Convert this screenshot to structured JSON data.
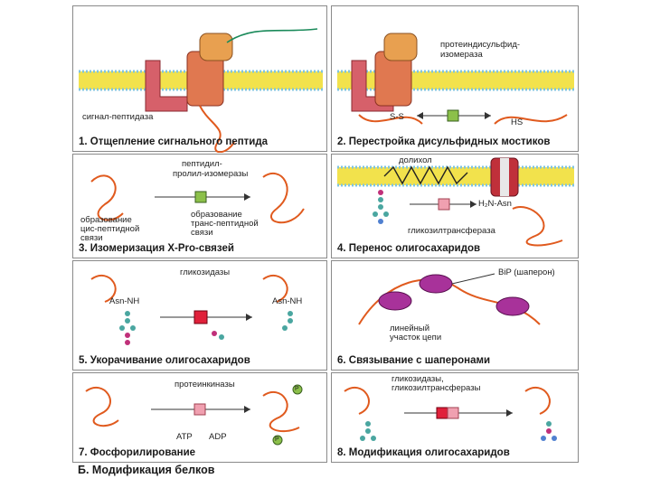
{
  "panels": [
    {
      "caption": "1. Отщепление сигнального пептида",
      "labels": {
        "enzyme": "сигнал-пептидаза"
      }
    },
    {
      "caption": "2. Перестройка дисульфидных мостиков",
      "labels": {
        "enzyme_l1": "протеиндисульфид-",
        "enzyme_l2": "изомераза",
        "ss": "S-S",
        "hs": "HS"
      }
    },
    {
      "caption": "3. Изомеризация X-Pro-связей",
      "labels": {
        "enzyme_l1": "пептидил-",
        "enzyme_l2": "пролил-изомеразы",
        "left_l1": "образование",
        "left_l2": "цис-пептидной",
        "left_l3": "связи",
        "right_l1": "образование",
        "right_l2": "транс-пептидной",
        "right_l3": "связи"
      }
    },
    {
      "caption": "4. Перенос олигосахаридов",
      "labels": {
        "lipid": "долихол",
        "asn": "H₂N-Asn",
        "enzyme": "гликозилтрансфераза"
      }
    },
    {
      "caption": "5. Укорачивание олигосахаридов",
      "labels": {
        "enzyme": "гликозидазы",
        "asn_left": "Asn-NH",
        "asn_right": "Asn-NH"
      }
    },
    {
      "caption": "6. Связывание с шаперонами",
      "labels": {
        "chaperone": "BiP (шаперон)",
        "linear_l1": "линейный",
        "linear_l2": "участок цепи"
      }
    },
    {
      "caption": "7. Фосфорилирование",
      "labels": {
        "enzyme": "протеинкиназы",
        "atp": "ATP",
        "adp": "ADP",
        "p1": "P",
        "p2": "P"
      }
    },
    {
      "caption": "8. Модификация олигосахаридов",
      "labels": {
        "enzyme_l1": "гликозидазы,",
        "enzyme_l2": "гликозилтрансферазы"
      }
    }
  ],
  "footer": "Б. Модификация белков",
  "colors": {
    "chain": "#e05a1e",
    "membrane": "#f2e24c",
    "head": "#7fc3e0",
    "box_green": "#8cc04a",
    "box_pink": "#f0a0b0",
    "box_red": "#e0203a",
    "chaperone": "#a8329a",
    "sugar_teal": "#4aa6a0",
    "sugar_pink": "#c0307a",
    "sugar_blue": "#5080d0"
  }
}
